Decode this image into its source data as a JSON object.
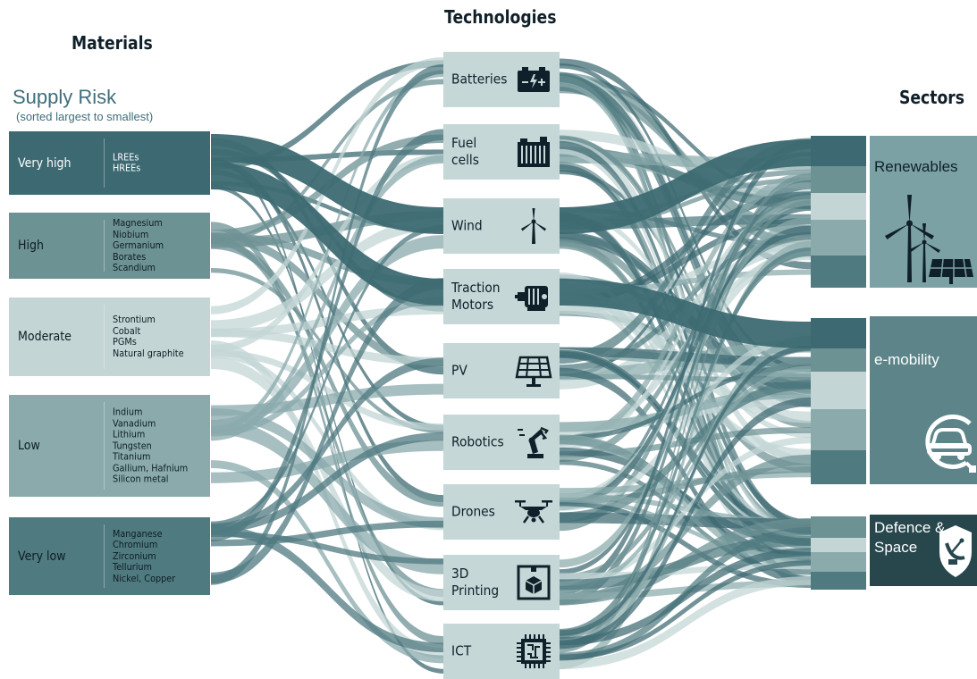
{
  "headers": {
    "materials": "Materials",
    "technologies": "Technologies",
    "sectors": "Sectors"
  },
  "supply_risk": {
    "title": "Supply Risk",
    "subtitle": "(sorted largest to smallest)"
  },
  "risk_levels": [
    {
      "label": "Very high",
      "materials": [
        "LREEs",
        "HREEs"
      ],
      "color": "#3d6a72",
      "text_color": "#ffffff"
    },
    {
      "label": "High",
      "materials": [
        "Magnesium",
        "Niobium",
        "Germanium",
        "Borates",
        "Scandium"
      ],
      "color": "#6d9294",
      "text_color": "#0e1e24"
    },
    {
      "label": "Moderate",
      "materials": [
        "Strontium",
        "Cobalt",
        "PGMs",
        "Natural graphite"
      ],
      "color": "#c3d5d5",
      "text_color": "#0e1e24"
    },
    {
      "label": "Low",
      "materials": [
        "Indium",
        "Vanadium",
        "Lithium",
        "Tungsten",
        "Titanium",
        "Gallium, Hafnium",
        "Silicon metal"
      ],
      "color": "#8aaaac",
      "text_color": "#0e1e24"
    },
    {
      "label": "Very low",
      "materials": [
        "Manganese",
        "Chromium",
        "Zirconium",
        "Tellurium",
        "Nickel, Copper"
      ],
      "color": "#4f7a80",
      "text_color": "#0e1e24"
    }
  ],
  "technologies": [
    {
      "label": "Batteries",
      "icon": "battery-icon"
    },
    {
      "label": "Fuel\ncells",
      "icon": "fuel-cell-icon"
    },
    {
      "label": "Wind",
      "icon": "wind-turbine-icon"
    },
    {
      "label": "Traction\nMotors",
      "icon": "motor-icon"
    },
    {
      "label": "PV",
      "icon": "solar-panel-icon"
    },
    {
      "label": "Robotics",
      "icon": "robot-arm-icon"
    },
    {
      "label": "Drones",
      "icon": "drone-icon"
    },
    {
      "label": "3D\nPrinting",
      "icon": "3d-printer-icon"
    },
    {
      "label": "ICT",
      "icon": "chip-icon"
    }
  ],
  "sectors": [
    {
      "label": "Renewables",
      "icon": "wind-solar-icon",
      "color": "#7ba1a4",
      "text_color": "#10202a"
    },
    {
      "label": "e-mobility",
      "icon": "electric-car-icon",
      "color": "#5d8589",
      "text_color": "#ffffff"
    },
    {
      "label": "Defence &\nSpace",
      "icon": "satellite-shield-icon",
      "color": "#27474d",
      "text_color": "#ffffff"
    }
  ],
  "colors": {
    "very_high": "#3d6a72",
    "high": "#6d9294",
    "moderate": "#c3d5d5",
    "low": "#8aaaac",
    "very_low": "#4f7a80",
    "tech_box": "#c5d7d7",
    "dark_text": "#10202a",
    "title_teal": "#3f6d7c"
  }
}
